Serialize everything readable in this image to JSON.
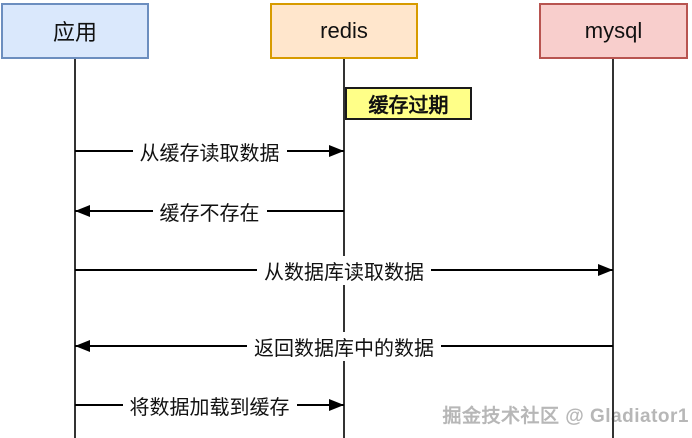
{
  "diagram": {
    "type": "sequence-diagram",
    "actors": [
      {
        "id": "app",
        "name": "应用"
      },
      {
        "id": "redis",
        "name": "redis"
      },
      {
        "id": "mysql",
        "name": "mysql"
      }
    ],
    "note": {
      "attached_to": "redis",
      "text": "缓存过期"
    },
    "messages": [
      {
        "from": "应用",
        "to": "redis",
        "direction": "right",
        "label": "从缓存读取数据"
      },
      {
        "from": "redis",
        "to": "应用",
        "direction": "left",
        "label": "缓存不存在"
      },
      {
        "from": "应用",
        "to": "mysql",
        "direction": "right",
        "label": "从数据库读取数据"
      },
      {
        "from": "mysql",
        "to": "应用",
        "direction": "left",
        "label": "返回数据库中的数据"
      },
      {
        "from": "应用",
        "to": "redis",
        "direction": "right",
        "label": "将数据加载到缓存"
      }
    ],
    "watermark": "掘金技术社区 @ Gladiator1",
    "colors": {
      "app_fill": "#dae8fc",
      "app_border": "#6c8ebf",
      "redis_fill": "#ffe6cc",
      "redis_border": "#d79b00",
      "mysql_fill": "#f8cecc",
      "mysql_border": "#b85450",
      "note_fill": "#ffff88",
      "note_border": "#1a1a1a",
      "line": "#000000",
      "watermark_text": "#b7b7b7"
    }
  }
}
